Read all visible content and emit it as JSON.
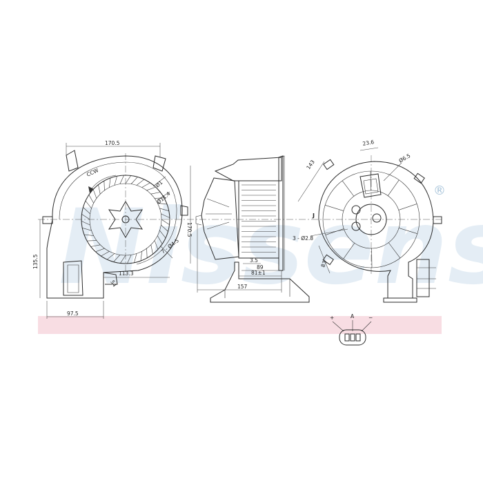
{
  "brand": {
    "watermark": "Nissens",
    "registered_mark": "®",
    "watermark_color": "#cfe0ee",
    "band_color": "#f8dde3"
  },
  "front_view": {
    "dim_width": "170.5",
    "dim_height": "170.5",
    "dim_left_height": "135.5",
    "dim_bottom_width": "97.5",
    "dim_outlet": "113.3",
    "dim_small": "54",
    "dia_1": "Ø1",
    "dia_2": "Ø11.4",
    "dia_3": "7 - Ø4.5",
    "rotation": "CCW"
  },
  "side_view": {
    "dim_total": "157",
    "dim_89": "89",
    "dim_81": "81±1",
    "dim_3_5": "3.5"
  },
  "rear_view": {
    "dim_23_6": "23.6",
    "dim_6_5": "Ø6.5",
    "dim_143": "143",
    "dim_holes": "3 - Ø2.8",
    "dim_83": "83",
    "label_j": "J"
  },
  "connector": {
    "plus": "+",
    "minus": "−",
    "label_a": "A"
  }
}
